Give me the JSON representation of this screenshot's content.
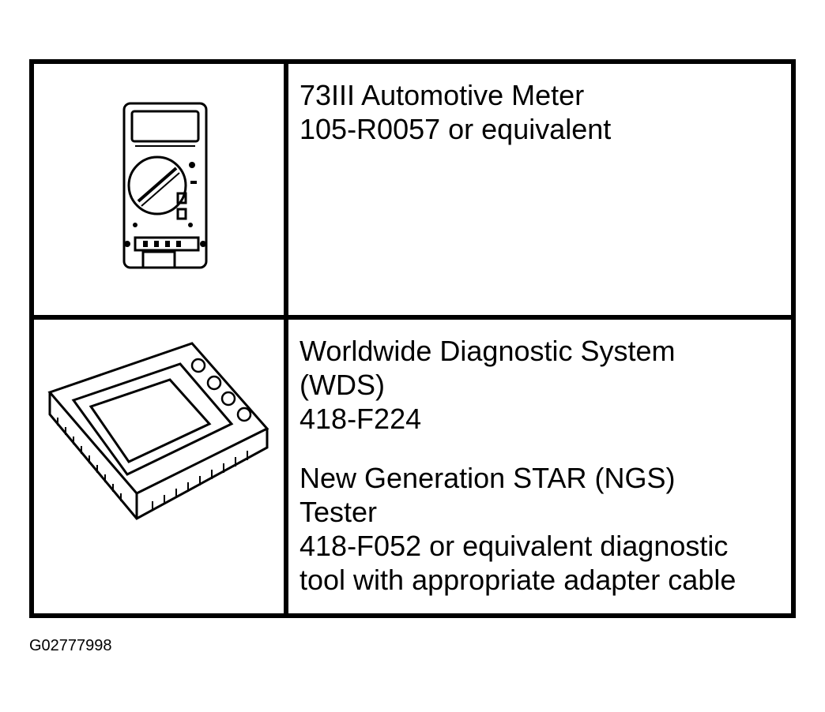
{
  "rows": [
    {
      "icon": "multimeter-icon",
      "lines": [
        "73III Automotive Meter",
        "105-R0057 or equivalent"
      ]
    },
    {
      "icon": "diagnostic-tester-icon",
      "lines": [
        "Worldwide Diagnostic System",
        "(WDS)",
        "418-F224",
        "",
        "New Generation STAR (NGS)",
        "Tester",
        "418-F052 or equivalent diagnostic",
        "tool with appropriate adapter cable"
      ]
    }
  ],
  "figure_id": "G02777998"
}
